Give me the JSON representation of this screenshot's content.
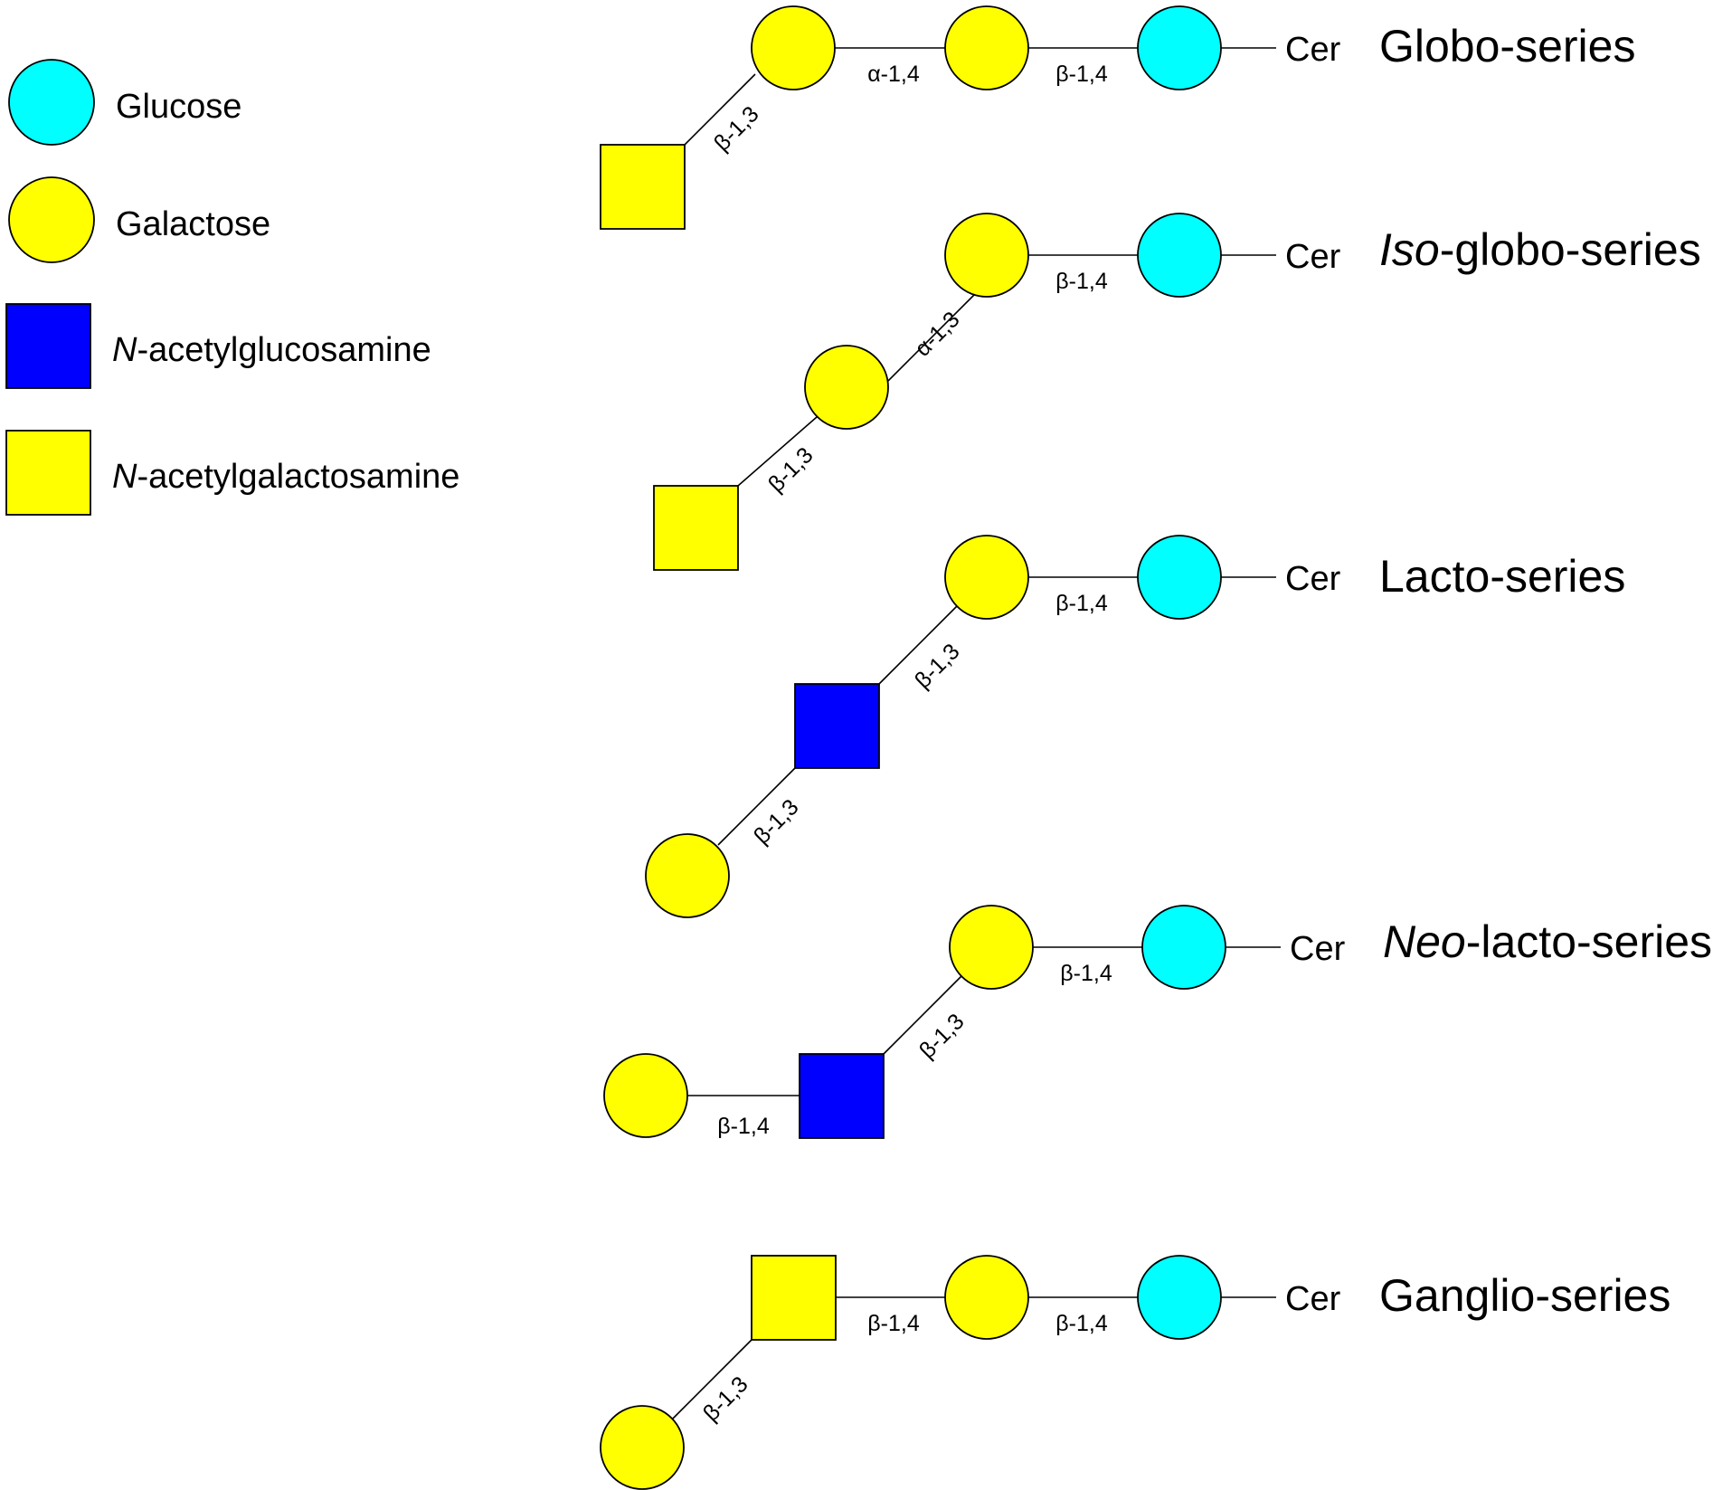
{
  "colors": {
    "glucose": "#00FFFF",
    "galactose": "#FFFF00",
    "glcnac": "#0000FF",
    "galnac": "#FFFF00",
    "outline": "#000000"
  },
  "legend": [
    {
      "shape": "circle",
      "color": "#00FFFF",
      "prefix": "",
      "suffix": "Glucose",
      "icon": "glucose-circle-icon"
    },
    {
      "shape": "circle",
      "color": "#FFFF00",
      "prefix": "",
      "suffix": "Galactose",
      "icon": "galactose-circle-icon"
    },
    {
      "shape": "square",
      "color": "#0000FF",
      "prefix": "N",
      "suffix": "-acetylglucosamine",
      "icon": "glcnac-square-icon"
    },
    {
      "shape": "square",
      "color": "#FFFF00",
      "prefix": "N",
      "suffix": "-acetylgalactosamine",
      "icon": "galnac-square-icon"
    }
  ],
  "series": [
    {
      "prefix": "",
      "suffix": "Globo-series",
      "cer": "Cer",
      "linkages": [
        "β-1,4",
        "α-1,4",
        "β-1,3"
      ]
    },
    {
      "prefix": "Iso",
      "suffix": "-globo-series",
      "cer": "Cer",
      "linkages": [
        "β-1,4",
        "α-1,3",
        "β-1,3"
      ]
    },
    {
      "prefix": "",
      "suffix": "Lacto-series",
      "cer": "Cer",
      "linkages": [
        "β-1,4",
        "β-1,3",
        "β-1,3"
      ]
    },
    {
      "prefix": "Neo",
      "suffix": "-lacto-series",
      "cer": "Cer",
      "linkages": [
        "β-1,4",
        "β-1,3",
        "β-1,4"
      ]
    },
    {
      "prefix": "",
      "suffix": "Ganglio-series",
      "cer": "Cer",
      "linkages": [
        "β-1,4",
        "β-1,4",
        "β-1,3"
      ]
    }
  ]
}
